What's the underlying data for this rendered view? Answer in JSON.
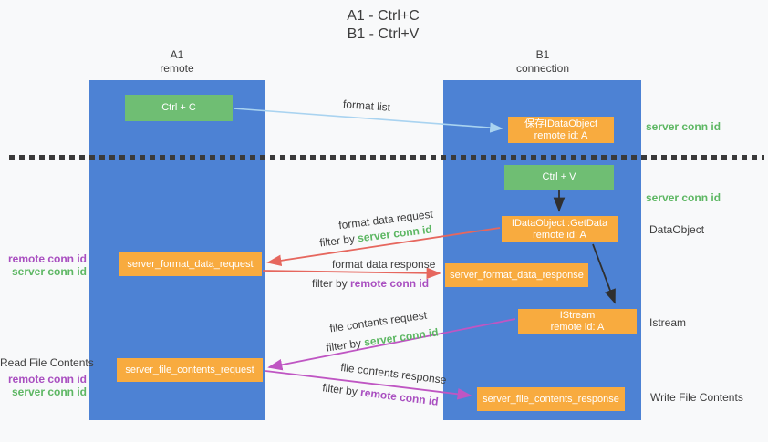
{
  "title": {
    "line1": "A1 - Ctrl+C",
    "line2": "B1 - Ctrl+V"
  },
  "lanes": {
    "left": {
      "name": "A1",
      "role": "remote"
    },
    "right": {
      "name": "B1",
      "role": "connection"
    }
  },
  "nodes": {
    "ctrl_c": {
      "label": "Ctrl + C"
    },
    "ctrl_v": {
      "label": "Ctrl + V"
    },
    "save_dataobject": {
      "line1": "保存IDataObject",
      "line2": "remote id: A"
    },
    "getdata": {
      "line1": "IDataObject::GetData",
      "line2": "remote id: A"
    },
    "istream": {
      "line1": "IStream",
      "line2": "remote id: A"
    },
    "format_request": {
      "label": "server_format_data_request"
    },
    "format_response": {
      "label": "server_format_data_response"
    },
    "file_request": {
      "label": "server_file_contents_request"
    },
    "file_response": {
      "label": "server_file_contents_response"
    }
  },
  "arrow_labels": {
    "format_list": "format list",
    "format_data_request": "format data request",
    "format_data_response": "format data response",
    "file_contents_request": "file contents request",
    "file_contents_response": "file contents response",
    "filter_by": "filter by ",
    "server_conn_id": "server conn id",
    "remote_conn_id": "remote conn id"
  },
  "side_labels": {
    "server_conn_id_top": "server conn id",
    "server_conn_id_mid": "server conn id",
    "dataobject": "DataObject",
    "istream": "Istream",
    "write_file_contents": "Write File Contents",
    "read_file_contents": "Read File Contents",
    "remote_conn_id": "remote conn id",
    "server_conn_id": "server conn id"
  },
  "colors": {
    "lane_blue": "#4d82d4",
    "box_green": "#6fbe73",
    "box_orange": "#f8ab3f",
    "arrow_blue": "#a9d3f0",
    "arrow_red": "#e6675e",
    "arrow_magenta": "#bf56c3",
    "arrow_black": "#2f2f2f",
    "text_green": "#5db763",
    "text_purple": "#a94fc0",
    "text_dark": "#3d3d3d",
    "bg": "#f8f9fa"
  }
}
